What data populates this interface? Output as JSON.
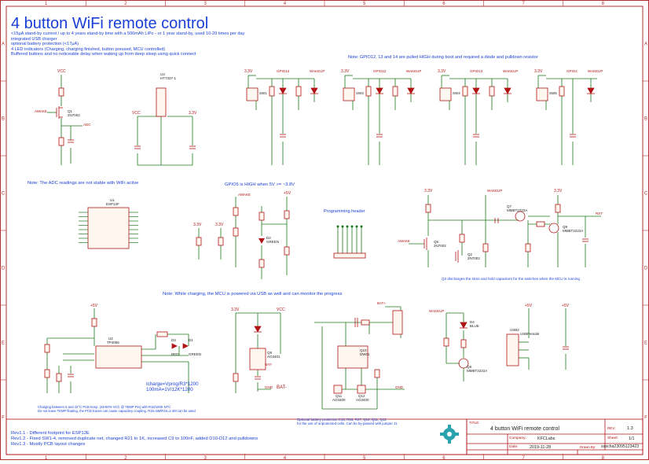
{
  "title": "4 button WiFi remote control",
  "features": [
    "<15µA stand-by current / up to 4 years stand-by time with a 500mAh LiPo - or 1 year stand-by, used 10-20 times per day",
    "integrated USB charger",
    "optional battery protection (<17µA)",
    "4 LED indicators (Charging, charging finished, button pressed, MCU controlled)",
    "Buffered buttons and no noticeable delay when waking up from deep sleep using quick connect"
  ],
  "notes": {
    "gpio_pullup": "Note: GPIO12, 13 and 14 are pulled HIGH during boot and required a diode and pulldown resistor",
    "adc": "Note: The ADC readings are not stable with WiFi active",
    "gpio5": "GPIO5 is HIGH when 5V >= ~3.8V",
    "charging": "Note: While charging, the MCU is powered via USB as well and can monitor the progress",
    "q2": "Q2 discharges the store and hold capacitors for the switches when the MCU is running",
    "charging_temp_1": "Charging between 6 and 42°C PCB temp. (45-80% VCC @ TEMP Pin) with R16/100K NTC",
    "charging_temp_2": "Do not leave TEMP floating, the PCB traces can cause capacitivy coupling. R15=5M/R16=2.4M can be used",
    "protection_1": "Optional battery protection C15, R26, R27, Q10, Q11, Q12",
    "protection_2": "for the use of unprotected cells. Can be by-passed with jumper J1"
  },
  "formulas": [
    "Icharge=Vprog/R3*1200",
    "100mA=1V/12K*1200"
  ],
  "revisions": [
    "Rev1.1 - Different footprint for ESP12E",
    "Rev1.2 - Fixed SW1-4, removed duplicate net, changed R21 to 1K, increased C9 to 100nF, added D10-D12 and pulldowns",
    "Rev1.3 - Mostly PCB layout changes"
  ],
  "programming_header": "Programming header",
  "frame": {
    "cols": [
      "1",
      "2",
      "3",
      "4",
      "5",
      "6",
      "7",
      "8"
    ],
    "rows": [
      "A",
      "B",
      "C",
      "D",
      "E",
      "F"
    ]
  },
  "title_block": {
    "title_label": "TITLE:",
    "title": "4 button WiFi remote control",
    "rev_label": "REV:",
    "rev": "1.3",
    "company_label": "Company:",
    "company": "KFCLabs",
    "sheet_label": "Sheet:",
    "sheet": "1/1",
    "date_label": "Date:",
    "date": "2019-11-28",
    "drawn_label": "Drawn By:",
    "drawn": "sascha23095123423"
  },
  "parts": {
    "u1": "U1",
    "u1_val": "ESP12F",
    "u2": "U2",
    "u2_val": "TP4056",
    "u3": "U3",
    "u3_val": "HT7337-1",
    "q1": "Q1",
    "q1_val": "2N7002",
    "q2": "Q2",
    "q2_val": "2N7002",
    "q6": "Q6",
    "q6_val": "2N7002",
    "q7": "Q7",
    "q7_val": "MMBT2222A",
    "q9": "Q9",
    "q9_val": "MMBT2222A",
    "q8": "Q8",
    "q8_val": "AO3401",
    "q10": "Q10",
    "q10_val": "DW01",
    "q11": "Q11",
    "q11_val": "AO3400",
    "q12": "Q12",
    "q12_val": "AO3400",
    "usb": "USB2",
    "usb_val": "USBFemale",
    "d3": "D3",
    "d3_val": "RED",
    "d1": "D1",
    "d1_val": "GREEN",
    "d4": "D4",
    "d4_val": "BLUE",
    "d2": "D2",
    "d2_val": "GREEN"
  },
  "nets": {
    "v33": "3.3V",
    "v5": "+5V",
    "vcc": "VCC",
    "gnd": "GND",
    "awake": "AWAKE",
    "adc": "ADC",
    "wakeup": "WAKEUP",
    "gpio14": "GPIO14",
    "gpio12": "GPIO12",
    "gpio13": "GPIO13",
    "gpio4": "GPIO4",
    "rst": "RST",
    "bat_minus": "BAT-",
    "bat_plus": "BAT+"
  },
  "switches": [
    "SW1",
    "SW3",
    "SW4",
    "SW5"
  ]
}
